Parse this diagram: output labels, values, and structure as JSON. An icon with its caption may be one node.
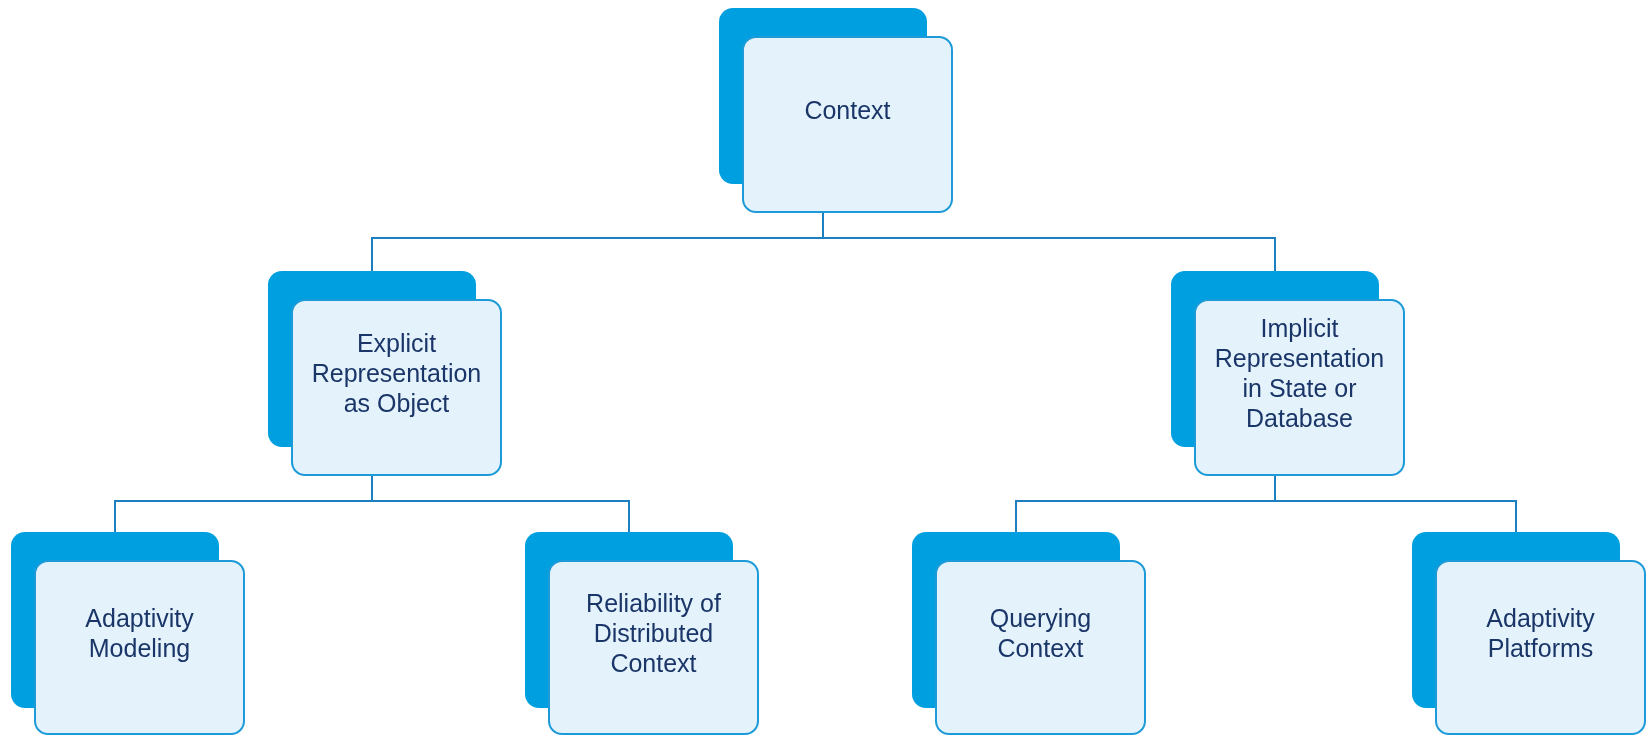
{
  "diagram": {
    "nodes": [
      {
        "text": [
          "Context"
        ]
      },
      {
        "text": [
          "Explicit Representation as Object"
        ]
      },
      {
        "text": [
          "Implicit Representation in State or Database"
        ]
      },
      {
        "text": [
          "Adaptivity Modeling"
        ]
      },
      {
        "text": [
          "Reliability of Distributed Context"
        ]
      },
      {
        "text": [
          "Querying Context"
        ]
      },
      {
        "text": [
          "Adaptivity Platforms"
        ]
      }
    ],
    "edges": [
      {
        "from": 0,
        "to": 1,
        "arrow": "none"
      },
      {
        "from": 0,
        "to": 2,
        "arrow": "none"
      },
      {
        "from": 1,
        "to": 3,
        "arrow": "none"
      },
      {
        "from": 1,
        "to": 4,
        "arrow": "none"
      },
      {
        "from": 2,
        "to": 5,
        "arrow": "none"
      },
      {
        "from": 2,
        "to": 6,
        "arrow": "none"
      }
    ]
  }
}
